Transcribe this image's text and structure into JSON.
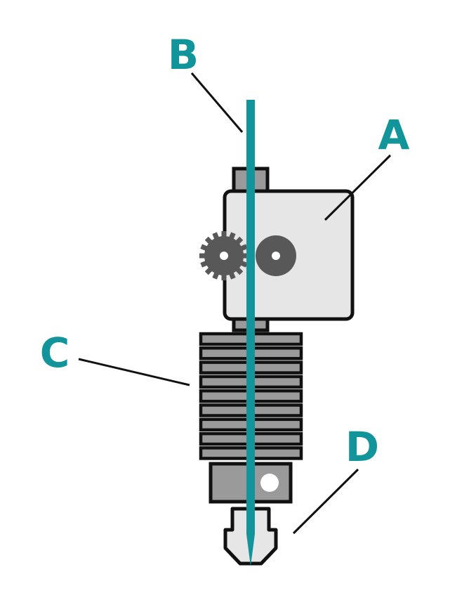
{
  "labels": {
    "a": "A",
    "b": "B",
    "c": "C",
    "d": "D"
  },
  "colors": {
    "filament": "#12959a",
    "label": "#12959a",
    "leader_line": "#111111",
    "outline": "#111111",
    "drive_body": "#e6e6e6",
    "heatsink_fin": "#9a9a9a",
    "heater_block": "#9a9a9a",
    "gear": "#585858",
    "nozzle": "#e6e6e6"
  },
  "icons": {
    "drive_gear": "gear-icon",
    "idler": "bearing-icon"
  }
}
